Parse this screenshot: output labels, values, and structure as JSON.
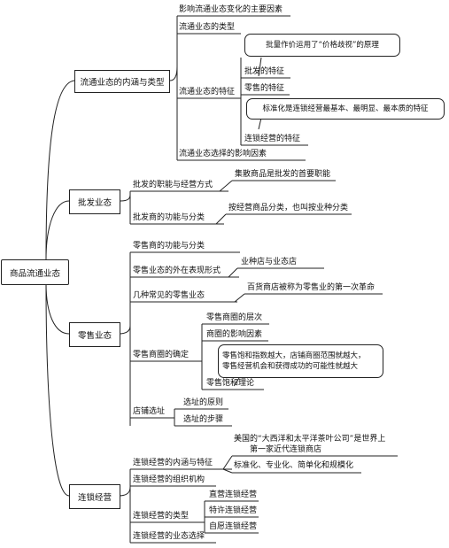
{
  "root": "商品流通业态",
  "branches": [
    {
      "label": "流通业态的内涵与类型",
      "items": [
        "影响流通业态变化的主要因素",
        "流通业态的类型",
        "流通业态的特征",
        "流通业态选择的影响因素"
      ],
      "sub": [
        "批发的特征",
        "零售的特征",
        "连锁经营的特征"
      ],
      "notes": [
        "批量作价运用了“价格歧视”的原理",
        "标准化是连锁经营最基本、最明显、最本质的特征"
      ]
    },
    {
      "label": "批发业态",
      "items": [
        "批发的职能与经营方式",
        "批发商的功能与分类"
      ],
      "notes": [
        "集散商品是批发的首要职能",
        "按经营商品分类，也叫按业种分类"
      ]
    },
    {
      "label": "零售业态",
      "items": [
        "零售商的功能与分类",
        "零售业态的外在表现形式",
        "几种常见的零售业态",
        "零售商圈的确定",
        "店铺选址"
      ],
      "notes": [
        "业种店与业态店",
        "百货商店被称为零售业的第一次革命",
        "零售饱和指数越大，店铺商圈范围就越大，",
        "零售经营机会和获得成功的可能性就越大"
      ],
      "sub": [
        "零售商圈的层次",
        "商圈的影响因素",
        "零售饱和理论",
        "选址的原则",
        "选址的步骤"
      ]
    },
    {
      "label": "连锁经营",
      "items": [
        "连锁经营的内涵与特征",
        "连锁经营的组织机构",
        "连锁经营的类型",
        "连锁经营的业态选择"
      ],
      "notes": [
        "美国的“大西洋和太平洋茶叶公司”是世界上",
        "第一家近代连锁商店",
        "标准化、专业化、简单化和规模化"
      ],
      "sub": [
        "直营连锁经营",
        "特许连锁经营",
        "自愿连锁经营"
      ]
    }
  ]
}
